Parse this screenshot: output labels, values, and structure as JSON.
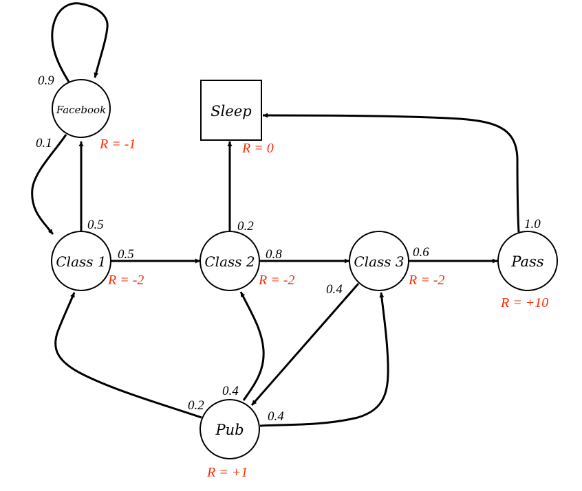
{
  "diagram": {
    "title": "Student Markov Reward Process",
    "reward_color": "#ff2a00",
    "nodes": [
      {
        "id": "facebook",
        "label": "Facebook",
        "shape": "circle",
        "reward": "R = -1"
      },
      {
        "id": "sleep",
        "label": "Sleep",
        "shape": "square",
        "reward": "R = 0"
      },
      {
        "id": "class1",
        "label": "Class 1",
        "shape": "circle",
        "reward": "R = -2"
      },
      {
        "id": "class2",
        "label": "Class 2",
        "shape": "circle",
        "reward": "R = -2"
      },
      {
        "id": "class3",
        "label": "Class 3",
        "shape": "circle",
        "reward": "R = -2"
      },
      {
        "id": "pass",
        "label": "Pass",
        "shape": "circle",
        "reward": "R = +10"
      },
      {
        "id": "pub",
        "label": "Pub",
        "shape": "circle",
        "reward": "R = +1"
      }
    ],
    "edges": [
      {
        "from": "facebook",
        "to": "facebook",
        "prob": "0.9"
      },
      {
        "from": "facebook",
        "to": "class1",
        "prob": "0.1"
      },
      {
        "from": "class1",
        "to": "facebook",
        "prob": "0.5"
      },
      {
        "from": "class1",
        "to": "class2",
        "prob": "0.5"
      },
      {
        "from": "class2",
        "to": "sleep",
        "prob": "0.2"
      },
      {
        "from": "class2",
        "to": "class3",
        "prob": "0.8"
      },
      {
        "from": "class3",
        "to": "pass",
        "prob": "0.6"
      },
      {
        "from": "class3",
        "to": "pub",
        "prob": "0.4"
      },
      {
        "from": "pass",
        "to": "sleep",
        "prob": "1.0"
      },
      {
        "from": "pub",
        "to": "class1",
        "prob": "0.2"
      },
      {
        "from": "pub",
        "to": "class2",
        "prob": "0.4"
      },
      {
        "from": "pub",
        "to": "class3",
        "prob": "0.4"
      }
    ]
  }
}
